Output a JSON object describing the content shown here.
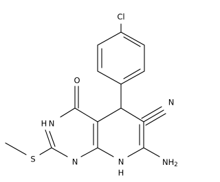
{
  "structure": {
    "atoms": [
      {
        "id": "cl",
        "label": "Cl"
      },
      {
        "id": "o",
        "label": "O"
      },
      {
        "id": "n_nitrile",
        "label": "N"
      },
      {
        "id": "nh3",
        "label": "H",
        "label2": "N"
      },
      {
        "id": "n_pyr",
        "label": "N"
      },
      {
        "id": "nh8",
        "label": "N",
        "label2": "H"
      },
      {
        "id": "s",
        "label": "S"
      },
      {
        "id": "nh2",
        "label": "NH",
        "sub": "2"
      }
    ]
  },
  "colors": {
    "bond": "#000000",
    "label": "#000000",
    "background": "#ffffff"
  }
}
